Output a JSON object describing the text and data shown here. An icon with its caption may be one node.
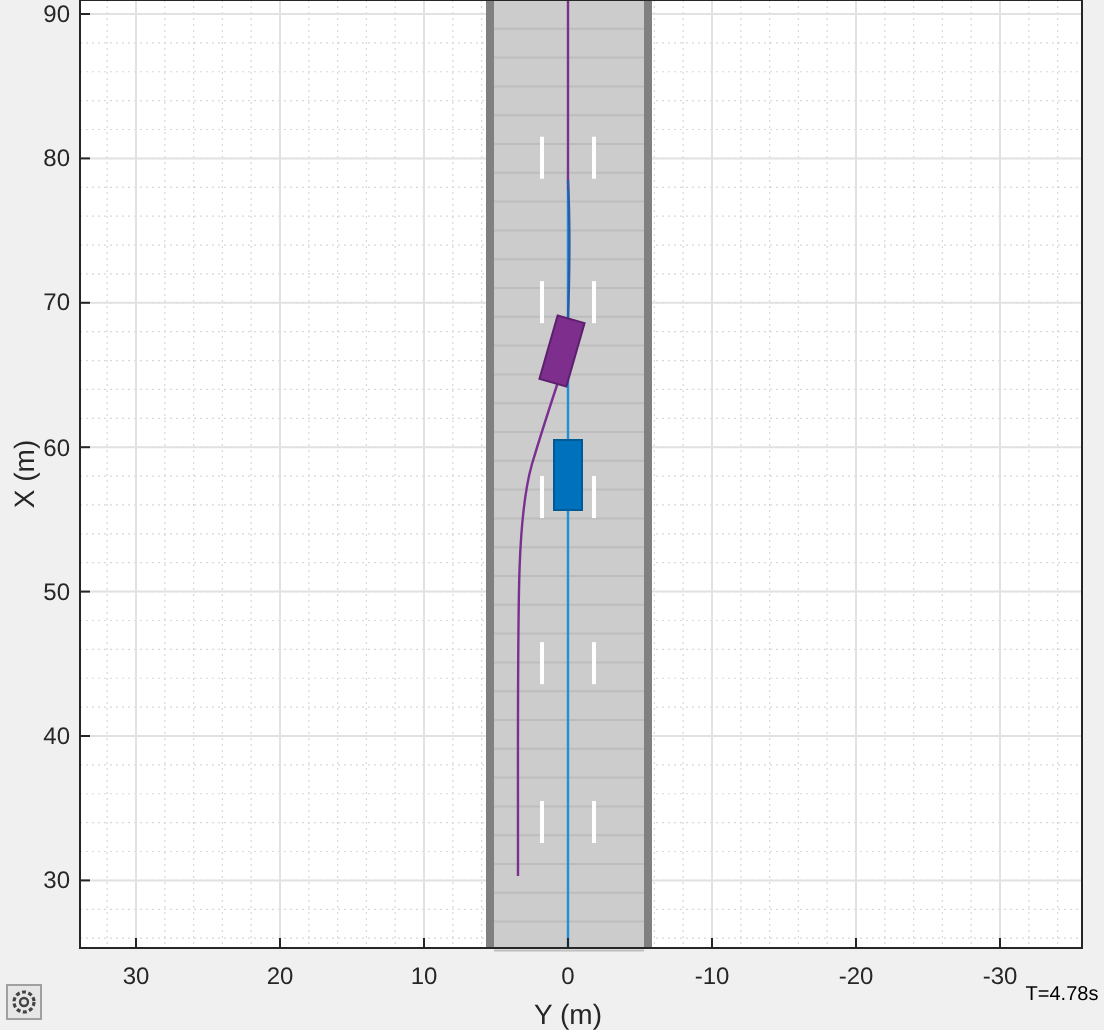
{
  "diagram": {
    "labels": [
      "90",
      "80",
      "70",
      "60",
      "50",
      "40",
      "30",
      "X (m)",
      "30",
      "20",
      "10",
      "0",
      "-10",
      "-20",
      "-30",
      "Y (m)",
      "T=4.78s"
    ]
  }
}
